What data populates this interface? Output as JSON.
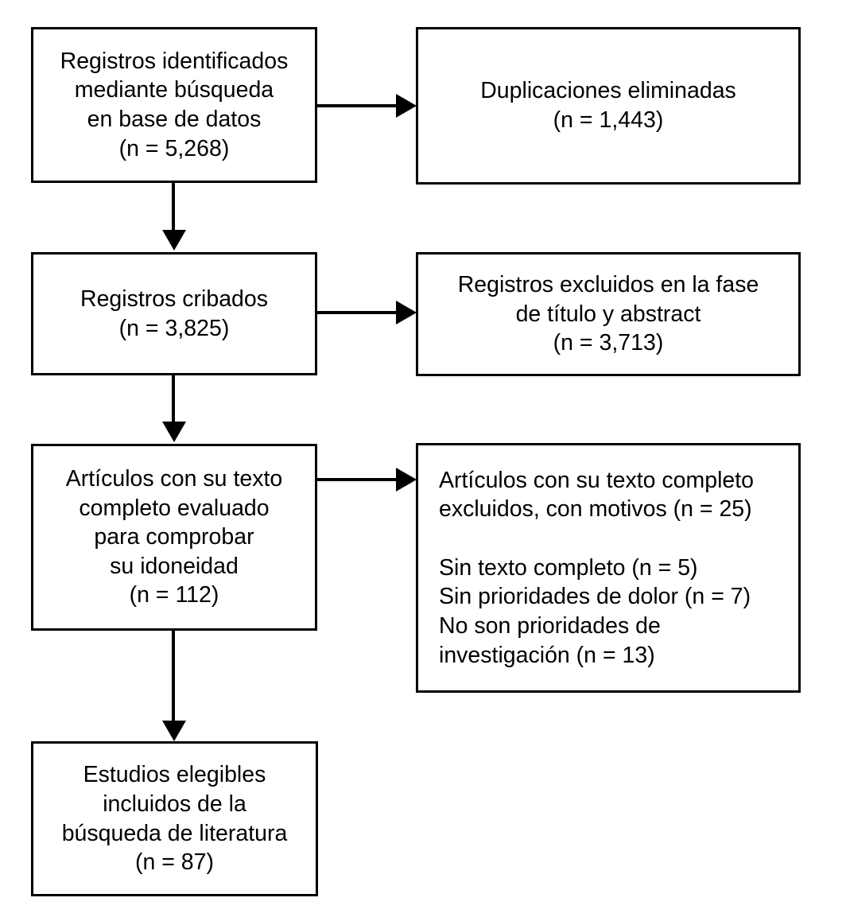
{
  "diagram": {
    "title": "PRISMA flow diagram",
    "language": "es",
    "stroke_color": "#000000",
    "background_color": "#ffffff",
    "boxes": [
      {
        "id": "identified",
        "name": "records-identified",
        "text": "Registros identificados\nmediante búsqueda\nen base de datos\n(n = 5,268)",
        "count_label": "(n = 5,268)",
        "count": 5268,
        "align": "center"
      },
      {
        "id": "duplicates",
        "name": "duplicates-removed",
        "text": "Duplicaciones eliminadas\n(n = 1,443)",
        "count_label": "(n = 1,443)",
        "count": 1443,
        "align": "center"
      },
      {
        "id": "screened",
        "name": "records-screened",
        "text": "Registros cribados\n(n = 3,825)",
        "count_label": "(n = 3,825)",
        "count": 3825,
        "align": "center"
      },
      {
        "id": "excluded_ta",
        "name": "records-excluded-title-abstract",
        "text": "Registros excluidos en la fase\nde título y abstract\n(n = 3,713)",
        "count_label": "(n = 3,713)",
        "count": 3713,
        "align": "center"
      },
      {
        "id": "fulltext",
        "name": "fulltext-assessed",
        "text": "Artículos con su texto\ncompleto evaluado\npara comprobar\nsu idoneidad\n(n = 112)",
        "count_label": "(n = 112)",
        "count": 112,
        "align": "center"
      },
      {
        "id": "excluded_ft",
        "name": "fulltext-excluded-with-reasons",
        "text": "Artículos con su texto completo\nexcluidos, con motivos (n = 25)\n\nSin texto completo (n = 5)\nSin prioridades de dolor (n = 7)\nNo son prioridades de\ninvestigación (n = 13)",
        "count_label": "(n = 25)",
        "count": 25,
        "align": "left",
        "reasons": [
          {
            "label": "Sin texto completo",
            "count_label": "(n = 5)",
            "count": 5
          },
          {
            "label": "Sin prioridades de dolor",
            "count_label": "(n = 7)",
            "count": 7
          },
          {
            "label": "No son prioridades de investigación",
            "count_label": "(n = 13)",
            "count": 13
          }
        ]
      },
      {
        "id": "included",
        "name": "studies-included",
        "text": "Estudios elegibles\nincluidos de la\nbúsqueda de literatura\n(n = 87)",
        "count_label": "(n = 87)",
        "count": 87,
        "align": "center"
      }
    ],
    "connectors": [
      {
        "id": "identified-to-duplicates",
        "from": "identified",
        "to": "duplicates",
        "direction": "right"
      },
      {
        "id": "identified-to-screened",
        "from": "identified",
        "to": "screened",
        "direction": "down"
      },
      {
        "id": "screened-to-excluded-ta",
        "from": "screened",
        "to": "excluded_ta",
        "direction": "right"
      },
      {
        "id": "screened-to-fulltext",
        "from": "screened",
        "to": "fulltext",
        "direction": "down"
      },
      {
        "id": "fulltext-to-excluded-ft",
        "from": "fulltext",
        "to": "excluded_ft",
        "direction": "right"
      },
      {
        "id": "fulltext-to-included",
        "from": "fulltext",
        "to": "included",
        "direction": "down"
      }
    ]
  }
}
